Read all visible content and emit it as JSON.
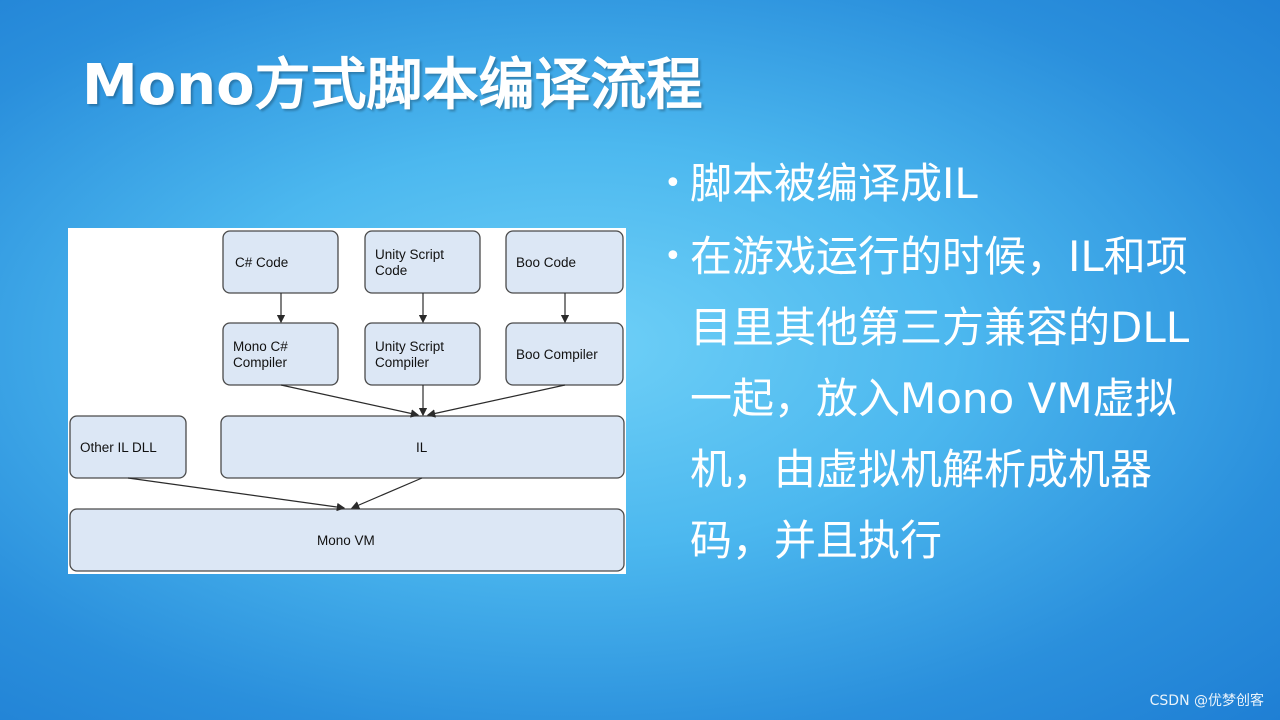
{
  "slide": {
    "title": "Mono方式脚本编译流程",
    "bullets": [
      "脚本被编译成IL",
      "在游戏运行的时候，IL和项目里其他第三方兼容的DLL一起，放入Mono VM虚拟机，由虚拟机解析成机器码，并且执行"
    ],
    "watermark": "CSDN @优梦创客"
  },
  "diagram": {
    "nodes": {
      "csharp_code": [
        "C# Code"
      ],
      "unity_script_code": [
        "Unity Script",
        "Code"
      ],
      "boo_code": [
        "Boo Code"
      ],
      "mono_csharp_compiler": [
        "Mono C#",
        "Compiler"
      ],
      "unity_script_compiler": [
        "Unity Script",
        "Compiler"
      ],
      "boo_compiler": [
        "Boo Compiler"
      ],
      "other_il_dll": [
        "Other IL DLL"
      ],
      "il": [
        "IL"
      ],
      "mono_vm": [
        "Mono VM"
      ]
    }
  }
}
